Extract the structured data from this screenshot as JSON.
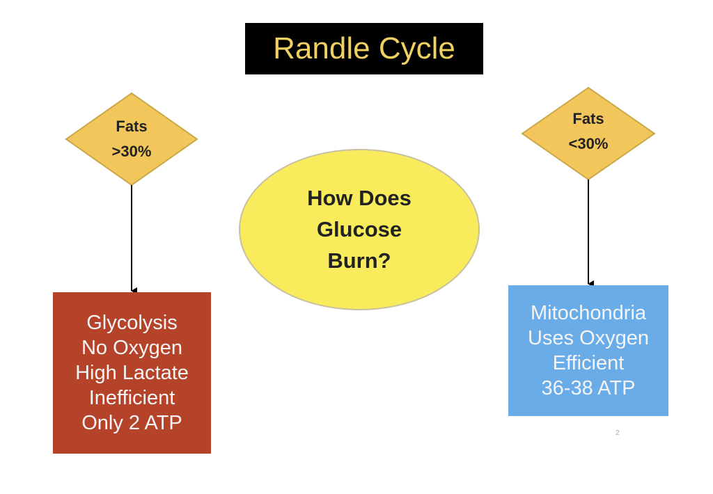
{
  "title": "Randle Cycle",
  "left_condition": {
    "line1": "Fats",
    "line2": ">30%"
  },
  "right_condition": {
    "line1": "Fats",
    "line2": "<30%"
  },
  "center": {
    "lines": [
      "How Does",
      "Glucose",
      "Burn?"
    ]
  },
  "left_outcome": {
    "lines": [
      "Glycolysis",
      "No Oxygen",
      "High Lactate",
      "Inefficient",
      "Only 2 ATP"
    ]
  },
  "right_outcome": {
    "lines": [
      "Mitochondria",
      "Uses Oxygen",
      "Efficient",
      "36-38 ATP"
    ]
  },
  "page_number": "2",
  "colors": {
    "title_bg": "#000000",
    "title_text": "#f0d060",
    "diamond": "#f2c65a",
    "ellipse": "#f8ec5c",
    "left_box": "#b5432a",
    "right_box": "#6aace8"
  }
}
